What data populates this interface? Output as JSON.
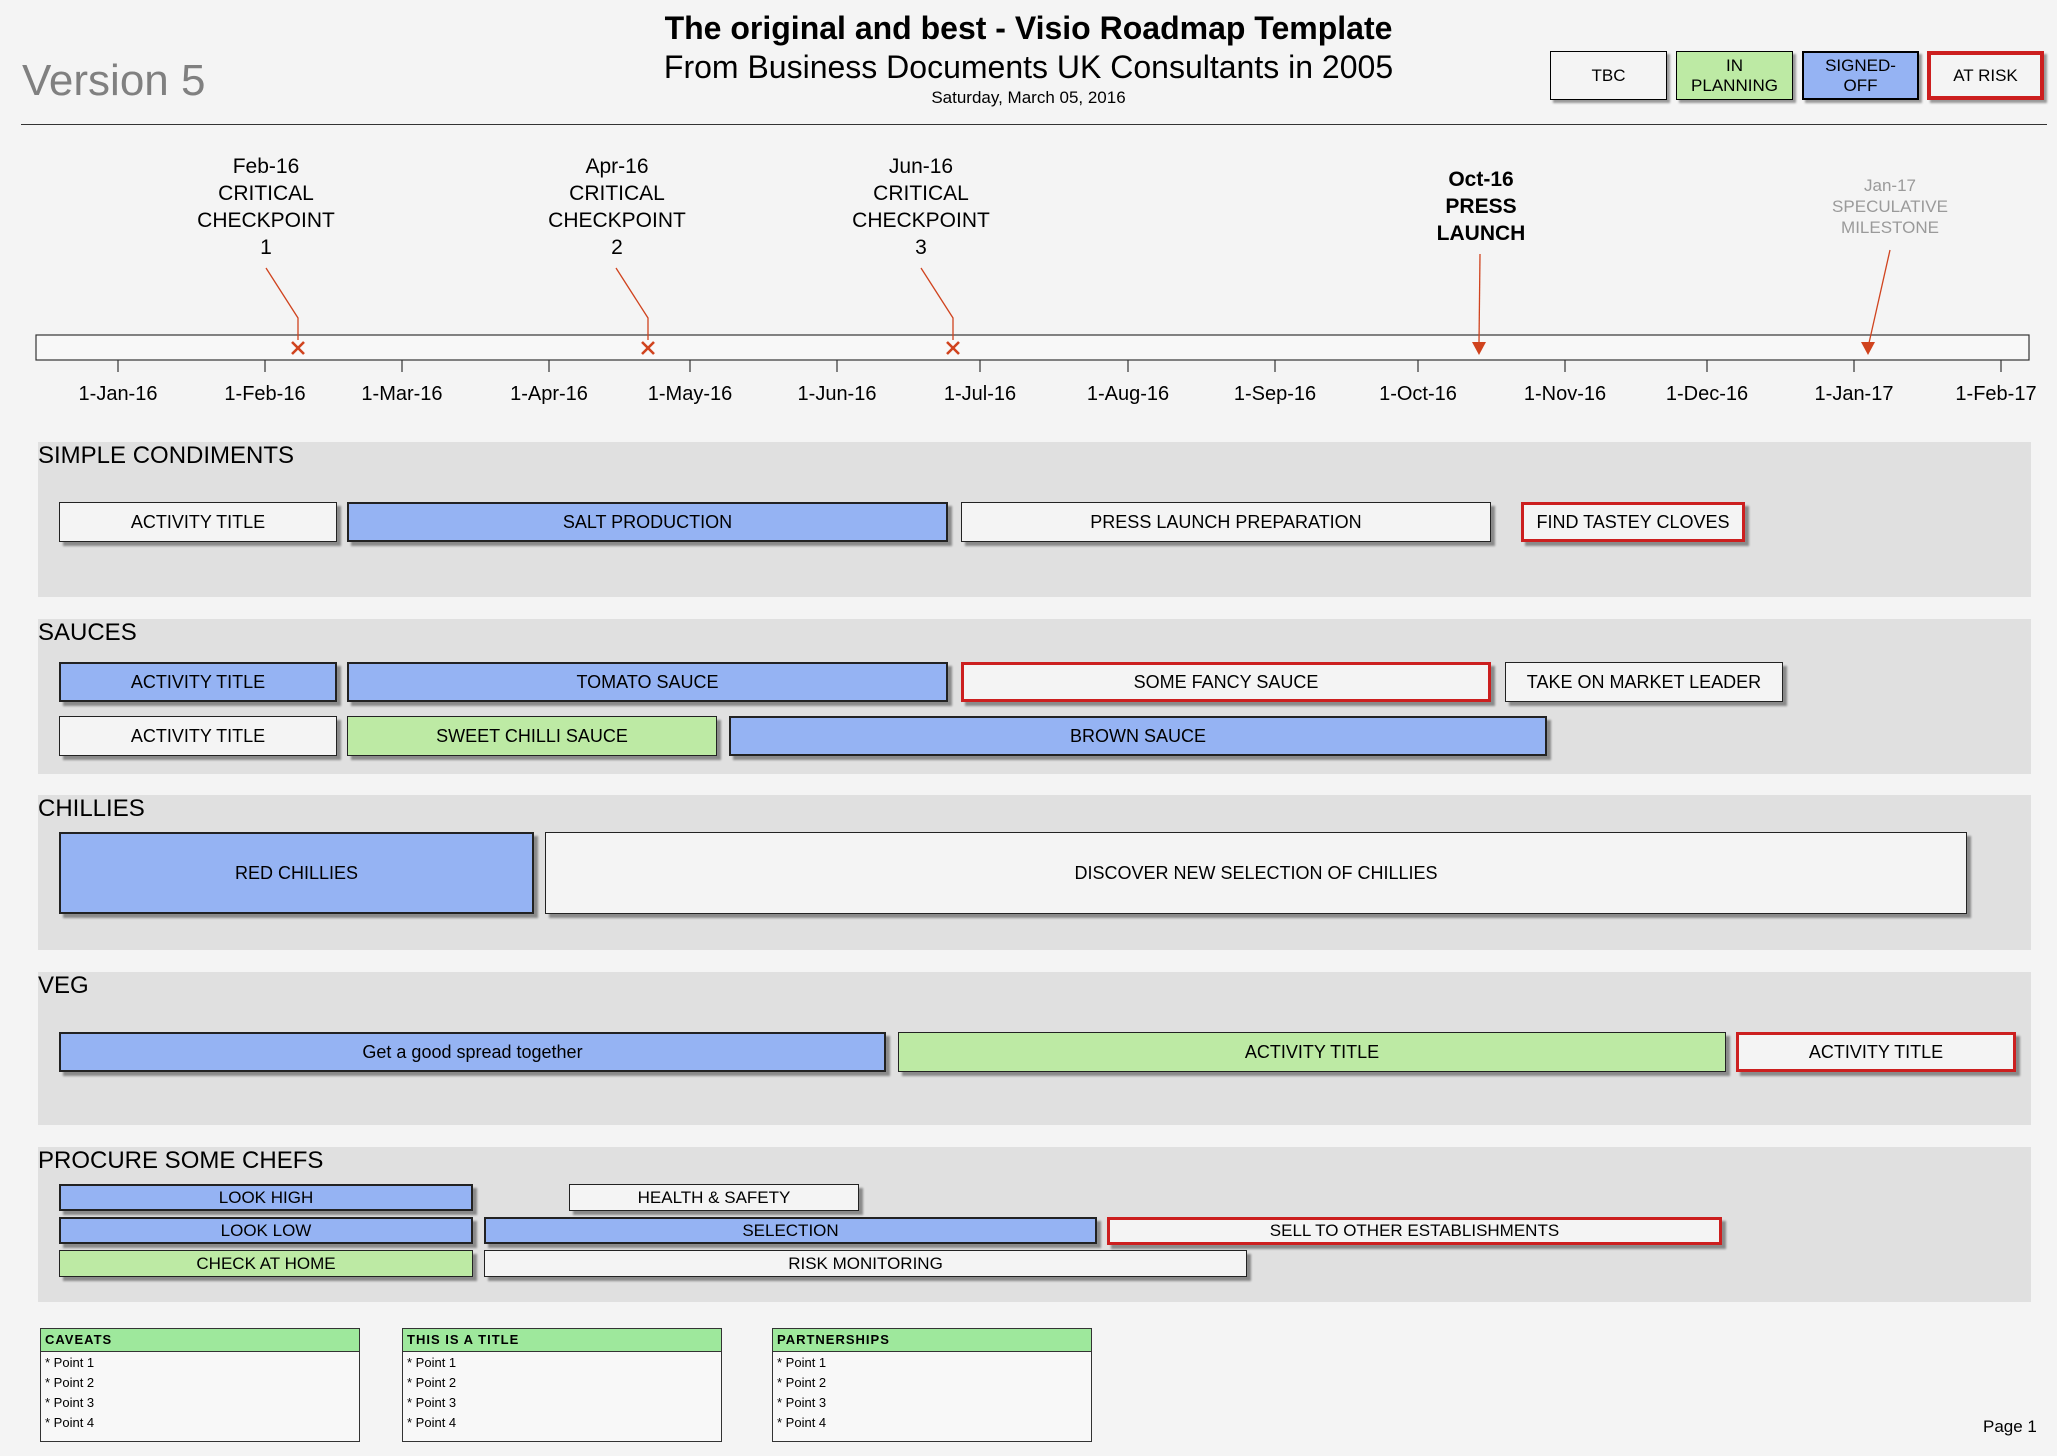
{
  "header": {
    "title_line1": "The original and best - Visio Roadmap Template",
    "title_line2": "From Business Documents UK Consultants in 2005",
    "date": "Saturday, March 05, 2016",
    "version": "Version 5"
  },
  "legend": [
    {
      "label": "TBC",
      "status": "tbc",
      "fill": "#f4f4f4"
    },
    {
      "label": "IN PLANNING",
      "status": "planning",
      "fill": "#bdeaa4"
    },
    {
      "label": "SIGNED-OFF",
      "status": "signed-off",
      "fill": "#95b3f3"
    },
    {
      "label": "AT RISK",
      "status": "at-risk",
      "border": "#cc1f1f"
    }
  ],
  "timeline": {
    "ticks": [
      "1-Jan-16",
      "1-Feb-16",
      "1-Mar-16",
      "1-Apr-16",
      "1-May-16",
      "1-Jun-16",
      "1-Jul-16",
      "1-Aug-16",
      "1-Sep-16",
      "1-Oct-16",
      "1-Nov-16",
      "1-Dec-16",
      "1-Jan-17",
      "1-Feb-17"
    ],
    "milestones": [
      {
        "lines": [
          "Feb-16",
          "CRITICAL",
          "CHECKPOINT",
          "1"
        ],
        "marker": "x"
      },
      {
        "lines": [
          "Apr-16",
          "CRITICAL",
          "CHECKPOINT",
          "2"
        ],
        "marker": "x"
      },
      {
        "lines": [
          "Jun-16",
          "CRITICAL",
          "CHECKPOINT",
          "3"
        ],
        "marker": "x"
      },
      {
        "lines": [
          "Oct-16",
          "PRESS",
          "LAUNCH"
        ],
        "marker": "arrow",
        "emphasis": "bold"
      },
      {
        "lines": [
          "Jan-17",
          "SPECULATIVE",
          "MILESTONE"
        ],
        "marker": "arrow",
        "emphasis": "faded"
      }
    ],
    "marker_color": "#d0431e"
  },
  "swimlanes": [
    {
      "title": "SIMPLE CONDIMENTS",
      "rows": [
        [
          {
            "label": "ACTIVITY TITLE",
            "status": "tbc"
          },
          {
            "label": "SALT PRODUCTION",
            "status": "signed-off"
          },
          {
            "label": "PRESS LAUNCH PREPARATION",
            "status": "tbc"
          },
          {
            "label": "FIND TASTEY CLOVES",
            "status": "at-risk"
          }
        ]
      ]
    },
    {
      "title": "SAUCES",
      "rows": [
        [
          {
            "label": "ACTIVITY TITLE",
            "status": "signed-off"
          },
          {
            "label": "TOMATO SAUCE",
            "status": "signed-off"
          },
          {
            "label": "SOME FANCY SAUCE",
            "status": "at-risk"
          },
          {
            "label": "TAKE ON MARKET LEADER",
            "status": "tbc"
          }
        ],
        [
          {
            "label": "ACTIVITY TITLE",
            "status": "tbc"
          },
          {
            "label": "SWEET CHILLI SAUCE",
            "status": "planning"
          },
          {
            "label": "BROWN SAUCE",
            "status": "signed-off"
          }
        ]
      ]
    },
    {
      "title": "CHILLIES",
      "rows": [
        [
          {
            "label": "RED CHILLIES",
            "status": "signed-off"
          },
          {
            "label": "DISCOVER NEW SELECTION OF CHILLIES",
            "status": "tbc"
          }
        ]
      ]
    },
    {
      "title": "VEG",
      "rows": [
        [
          {
            "label": "Get a good spread together",
            "status": "signed-off"
          },
          {
            "label": "ACTIVITY TITLE",
            "status": "planning"
          },
          {
            "label": "ACTIVITY TITLE",
            "status": "at-risk"
          }
        ]
      ]
    },
    {
      "title": "PROCURE SOME CHEFS",
      "rows": [
        [
          {
            "label": "LOOK HIGH",
            "status": "signed-off"
          },
          {
            "label": "HEALTH & SAFETY",
            "status": "tbc"
          }
        ],
        [
          {
            "label": "LOOK LOW",
            "status": "signed-off"
          },
          {
            "label": "SELECTION",
            "status": "signed-off"
          },
          {
            "label": "SELL TO OTHER ESTABLISHMENTS",
            "status": "at-risk"
          }
        ],
        [
          {
            "label": "CHECK AT HOME",
            "status": "planning"
          },
          {
            "label": "RISK MONITORING",
            "status": "tbc"
          }
        ]
      ]
    }
  ],
  "notes": [
    {
      "title": "CAVEATS",
      "points": [
        "* Point 1",
        "* Point 2",
        "* Point 3",
        "* Point 4"
      ]
    },
    {
      "title": "THIS IS A TITLE",
      "points": [
        "* Point 1",
        "* Point 2",
        "* Point 3",
        "* Point 4"
      ]
    },
    {
      "title": "PARTNERSHIPS",
      "points": [
        "* Point 1",
        "* Point 2",
        "* Point 3",
        "* Point 4"
      ]
    }
  ],
  "footer": {
    "page": "Page 1"
  }
}
